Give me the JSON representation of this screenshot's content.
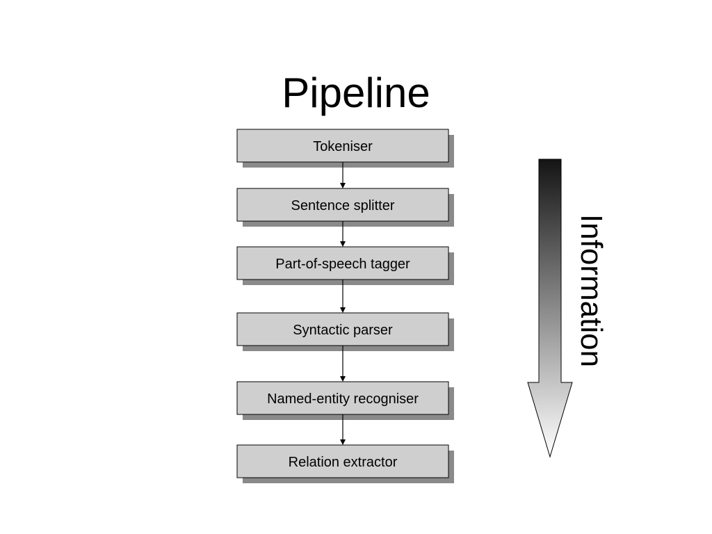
{
  "slide": {
    "title": "Pipeline"
  },
  "pipeline": {
    "stages": [
      {
        "label": "Tokeniser"
      },
      {
        "label": "Sentence splitter"
      },
      {
        "label": "Part-of-speech tagger"
      },
      {
        "label": "Syntactic parser"
      },
      {
        "label": "Named-entity recogniser"
      },
      {
        "label": "Relation extractor"
      }
    ]
  },
  "side_arrow": {
    "label": "Information",
    "gradient_top_color": "#141414",
    "gradient_bottom_color": "#ffffff"
  },
  "colors": {
    "box_fill": "#cfcfcf",
    "box_shadow": "#8a8a8a",
    "stroke": "#000000"
  }
}
